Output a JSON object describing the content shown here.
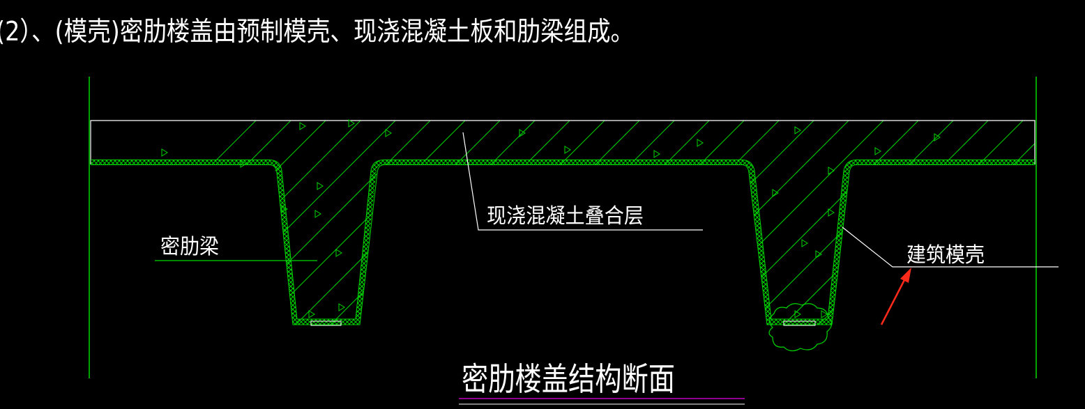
{
  "heading": "(2）、(模壳)密肋楼盖由预制模壳、现浇混凝土板和肋梁组成。",
  "labels": {
    "rib_beam": "密肋梁",
    "topping_layer": "现浇混凝土叠合层",
    "formwork_shell": "建筑模壳"
  },
  "drawing_title": "密肋楼盖结构断面",
  "colors": {
    "background": "#000000",
    "green": "#00d800",
    "white": "#ffffff",
    "magenta": "#c000c0",
    "arrow": "#ff2a1a"
  }
}
